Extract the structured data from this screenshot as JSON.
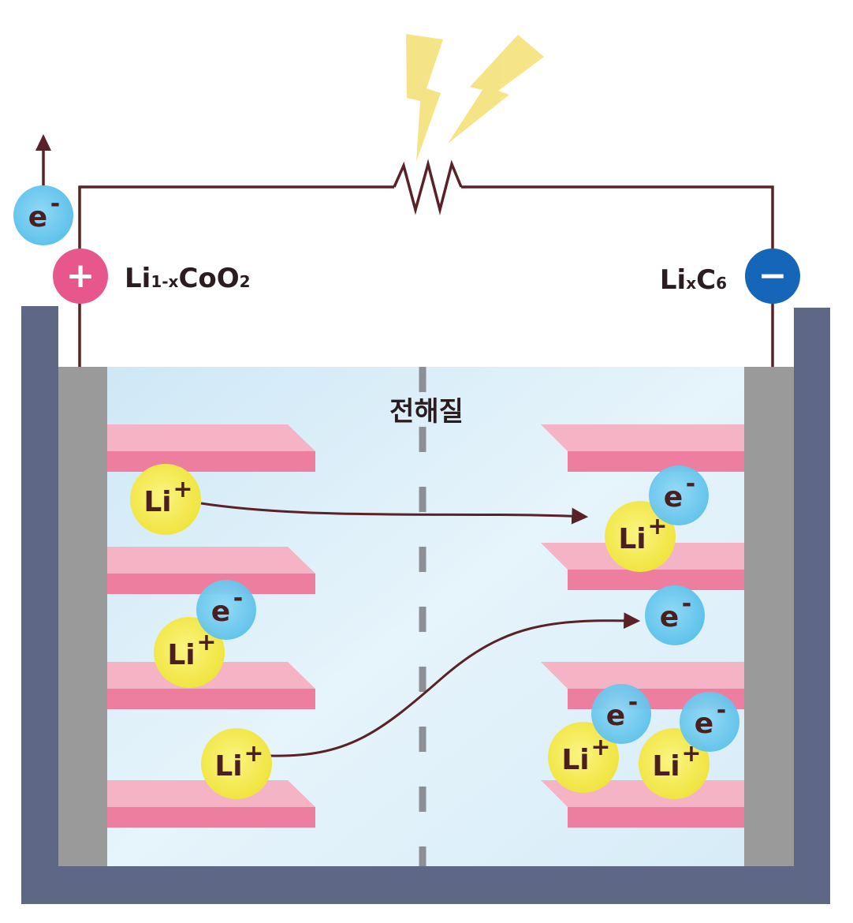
{
  "cathode": {
    "sign": "+",
    "formula_main_1": "Li",
    "formula_sub_1": "1-x",
    "formula_main_2": "CoO",
    "formula_sub_2": "2",
    "color": "#e8578c"
  },
  "anode": {
    "sign": "−",
    "formula_main_1": "Li",
    "formula_sub_1": "x",
    "formula_main_2": "C",
    "formula_sub_2": "6",
    "color": "#1565b8"
  },
  "electrolyte": {
    "label": "전해질"
  },
  "particles": {
    "electron_base": "e",
    "electron_charge": "-",
    "lithium_base": "Li",
    "lithium_charge": "+"
  },
  "colors": {
    "container": "#5e6886",
    "electrode_plate": "#9a9a9a",
    "electrolyte": "#dbeef9",
    "layer_pink": "#ee7ea0",
    "li_ion": "#f4ea45",
    "electron": "#6cc9ef",
    "wire": "#5a2228",
    "lightning": "#f5e27a"
  }
}
